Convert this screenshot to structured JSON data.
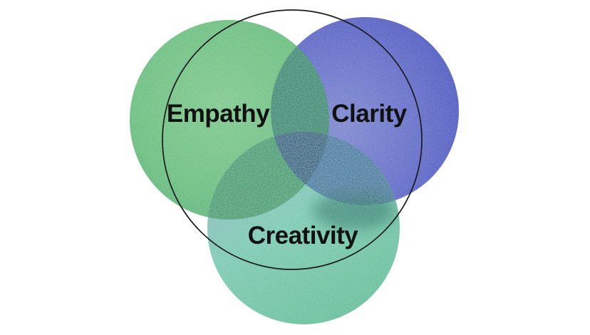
{
  "page": {
    "background_color": "#ffffff"
  },
  "diagram": {
    "type": "venn-3-circle",
    "style": "watercolor",
    "sets": [
      {
        "id": "empathy",
        "label": "Empathy",
        "color": "#6fc283",
        "gradient_stops": [
          "#83cb90",
          "#6fc283",
          "#58ad79"
        ]
      },
      {
        "id": "clarity",
        "label": "Clarity",
        "color": "#636cca",
        "gradient_stops": [
          "#828bd2",
          "#646dca",
          "#4951bf"
        ]
      },
      {
        "id": "creativity",
        "label": "Creativity",
        "color": "#7ecbb3",
        "gradient_stops": [
          "#97bac8",
          "#80cdb5",
          "#6ac19c"
        ]
      }
    ],
    "overlaps": {
      "empathy_clarity": "#3e8a71",
      "empathy_creativity": "#4b9e71",
      "clarity_creativity": "#4d7ca1",
      "center": "#315d7a"
    },
    "accents": {
      "pigment_pool": "#2c6f63"
    },
    "outline_circle": {
      "stroke": "#1a1a1a",
      "stroke_width": "1.7"
    },
    "labels": {
      "color": "#111111"
    }
  }
}
